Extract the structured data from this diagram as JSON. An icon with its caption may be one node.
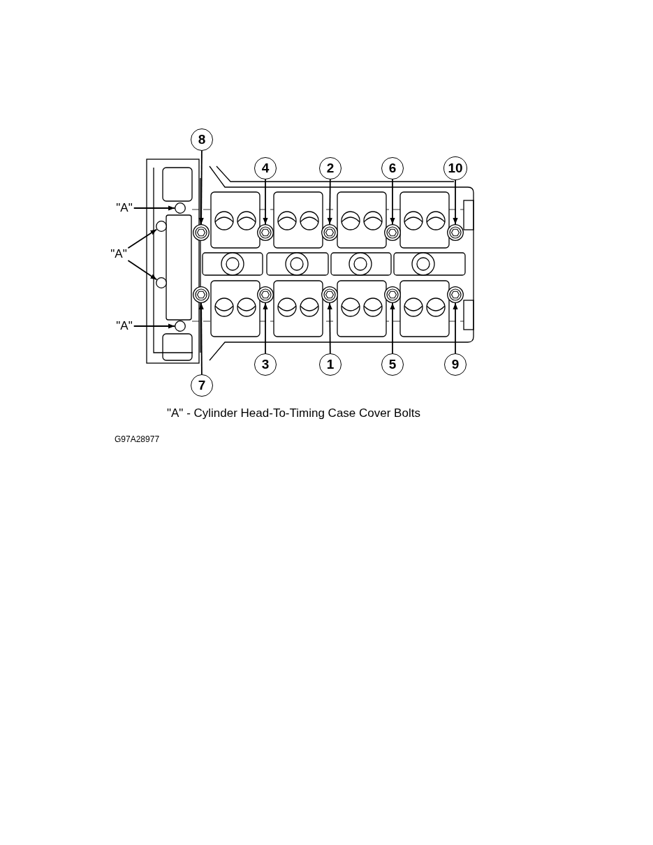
{
  "diagram": {
    "caption": "\"A\" - Cylinder Head-To-Timing Case Cover Bolts",
    "nodes": [
      {
        "text": [
          "8"
        ]
      },
      {
        "text": [
          "4"
        ]
      },
      {
        "text": [
          "2"
        ]
      },
      {
        "text": [
          "6"
        ]
      },
      {
        "text": [
          "10"
        ]
      },
      {
        "text": [
          "\"A\""
        ]
      },
      {
        "text": [
          "\"A\""
        ]
      },
      {
        "text": [
          "\"A\""
        ]
      },
      {
        "text": [
          "7"
        ]
      },
      {
        "text": [
          "3"
        ]
      },
      {
        "text": [
          "1"
        ]
      },
      {
        "text": [
          "5"
        ]
      },
      {
        "text": [
          "9"
        ]
      },
      {
        "text": [],
        "shape": "circle"
      },
      {
        "text": [],
        "shape": "circle"
      },
      {
        "text": [],
        "shape": "circle"
      },
      {
        "text": [],
        "shape": "circle"
      },
      {
        "text": [],
        "shape": "circle"
      },
      {
        "text": [],
        "shape": "circle"
      },
      {
        "text": [],
        "shape": "circle"
      },
      {
        "text": [],
        "shape": "circle"
      },
      {
        "text": [],
        "shape": "circle"
      },
      {
        "text": [],
        "shape": "circle"
      },
      {
        "text": [],
        "shape": "circle"
      },
      {
        "text": [],
        "shape": "circle"
      },
      {
        "text": [],
        "shape": "circle"
      },
      {
        "text": [],
        "shape": "circle"
      }
    ],
    "edges": [
      {
        "from": 0,
        "to": 13,
        "arrow": "to"
      },
      {
        "from": 1,
        "to": 14,
        "arrow": "to"
      },
      {
        "from": 2,
        "to": 15,
        "arrow": "to"
      },
      {
        "from": 3,
        "to": 16,
        "arrow": "to"
      },
      {
        "from": 4,
        "to": 17,
        "arrow": "to"
      },
      {
        "from": 5,
        "to": 23,
        "arrow": "to"
      },
      {
        "from": 6,
        "to": 24,
        "arrow": "to"
      },
      {
        "from": 6,
        "to": 25,
        "arrow": "to"
      },
      {
        "from": 7,
        "to": 26,
        "arrow": "to"
      },
      {
        "from": 8,
        "to": 18,
        "arrow": "to"
      },
      {
        "from": 9,
        "to": 19,
        "arrow": "to"
      },
      {
        "from": 10,
        "to": 20,
        "arrow": "to"
      },
      {
        "from": 11,
        "to": 21,
        "arrow": "to"
      },
      {
        "from": 12,
        "to": 22,
        "arrow": "to"
      }
    ],
    "labels": [
      "G97A28977"
    ]
  }
}
